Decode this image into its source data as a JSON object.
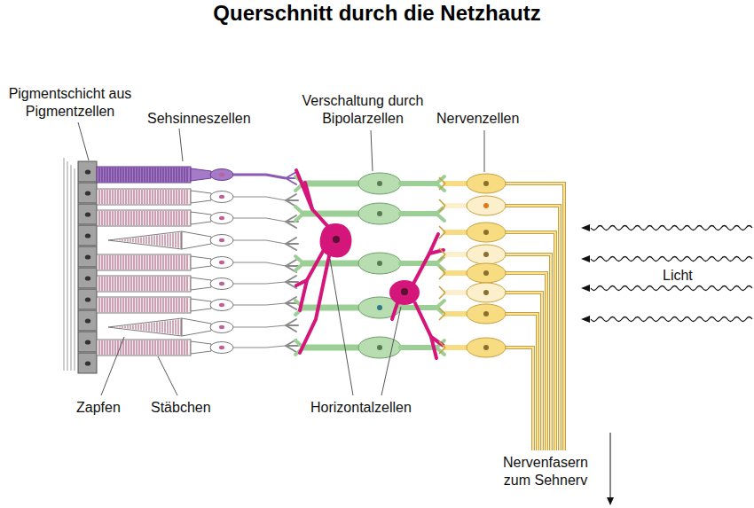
{
  "diagram": {
    "title": "Querschnitt durch die Netzhautz",
    "labels": [
      "Pigmentschicht aus Pigmentzellen",
      "Sehsinneszellen",
      "Verschaltung durch Bipolarzellen",
      "Nervenzellen",
      "Licht",
      "Zapfen",
      "Stäbchen",
      "Horizontalzellen",
      "Nervenfasern zum Sehnerv"
    ]
  }
}
